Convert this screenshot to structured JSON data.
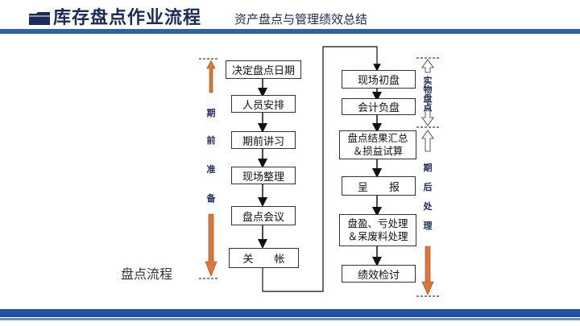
{
  "header": {
    "title": "库存盘点作业流程",
    "subtitle": "资产盘点与管理绩效总结",
    "icon": "folder-icon"
  },
  "colors": {
    "accent_blue": "#2e62a8",
    "dark_blue": "#1f53a0",
    "arrow_orange": "#d9773d",
    "title_navy": "#1c2a59"
  },
  "left_column": {
    "steps": [
      "决定盘点日期",
      "人员安排",
      "期前讲习",
      "现场整理",
      "盘点会议",
      "关　　帐"
    ],
    "phase_label": [
      "期",
      "前",
      "准",
      "备"
    ]
  },
  "right_column": {
    "steps": [
      "现场初盘",
      "会计负盘",
      "盘点结果汇总\n＆损益试算",
      "呈　　报",
      "盘盈、亏处理\n＆呆废料处理",
      "绩效检讨"
    ],
    "phase_label_top": [
      "实",
      "物",
      "盘",
      "点"
    ],
    "phase_label_bottom": [
      "期",
      "后",
      "处",
      "理"
    ]
  },
  "side_note": "盘点流程"
}
